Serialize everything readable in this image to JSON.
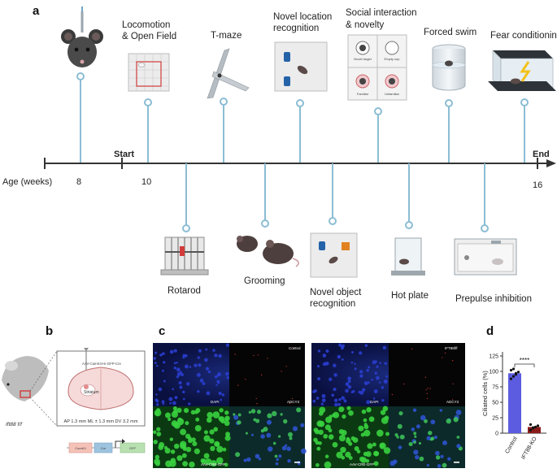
{
  "panels": {
    "a": "a",
    "b": "b",
    "c": "c",
    "d": "d"
  },
  "timeline": {
    "axis_label": "Age (weeks)",
    "start_label": "Start",
    "end_label": "End",
    "ticks": [
      "8",
      "10",
      "16"
    ],
    "colors": {
      "line": "#333333",
      "connector": "#8bbdd4"
    }
  },
  "tests_top": {
    "locomotion": {
      "line1": "Locomotion",
      "line2": "& Open Field"
    },
    "tmaze": "T-maze",
    "novel_location": {
      "line1": "Novel location",
      "line2": "recognition"
    },
    "social": {
      "line1": "Social interaction",
      "line2": "& novelty",
      "q1": "Novel target",
      "q2": "Empty cup",
      "q3": "Familiar",
      "q4": "Unfamiliar"
    },
    "forced_swim": "Forced swim",
    "fear": "Fear conditioning"
  },
  "tests_bottom": {
    "rotarod": "Rotarod",
    "grooming": "Grooming",
    "novel_object": {
      "line1": "Novel object",
      "line2": "recognition"
    },
    "hot_plate": "Hot plate",
    "ppi": "Prepulse inhibition"
  },
  "panel_b": {
    "injection": "AAV-CamKII-Hi-GFP-Cre",
    "region": "Striatum",
    "coords": "AP 1.3 mm ML ± 1.3 mm DV 3.2 mm",
    "mouse_label": "Ift88 f/f",
    "construct": [
      "CamKII",
      "Cre",
      "GFP"
    ]
  },
  "panel_c": {
    "left": {
      "group": "Control",
      "dapi": "DAPI",
      "adcy3": "ADCY3",
      "merge": "AAV-CRE-GFP"
    },
    "right": {
      "group": "IFT88f/f",
      "dapi": "DAPI",
      "adcy3": "ADCY3",
      "merge": "AAV-CRE-GFP"
    }
  },
  "chart_data": {
    "type": "bar",
    "categories": [
      "Control",
      "IFT88-KO"
    ],
    "values": [
      97,
      10
    ],
    "points": [
      [
        88,
        92,
        95,
        99,
        102,
        104,
        97
      ],
      [
        5,
        8,
        10,
        12,
        14,
        9
      ]
    ],
    "ylabel": "Ciliated cells (%)",
    "yticks": [
      0,
      25,
      50,
      75,
      100,
      125
    ],
    "ylim": [
      0,
      125
    ],
    "significance": "****",
    "colors": {
      "Control": "#5b5ce0",
      "IFT88-KO": "#8b1c1c"
    }
  }
}
